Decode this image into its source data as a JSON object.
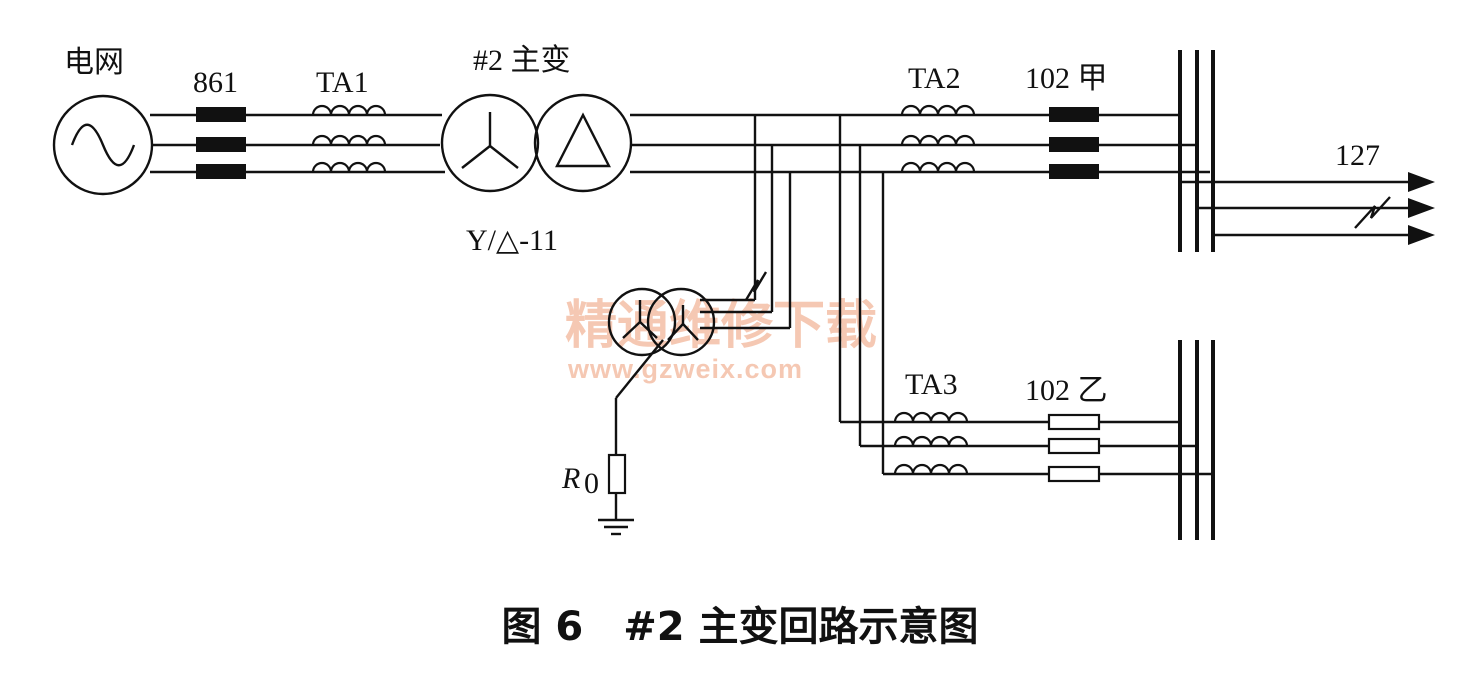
{
  "labels": {
    "grid": "电网",
    "breaker_861": "861",
    "ta1": "TA1",
    "transformer": "#2 主变",
    "vector_group": "Y/△-11",
    "ta2": "TA2",
    "breaker_102a": "102 甲",
    "feeder_127": "127",
    "ta3": "TA3",
    "breaker_102b": "102 乙",
    "resistor_r": "R",
    "resistor_sub": "0"
  },
  "caption": "图 6　#2 主变回路示意图",
  "watermark": {
    "cn": "精通维修下载",
    "url": "www.gzweix.com"
  }
}
